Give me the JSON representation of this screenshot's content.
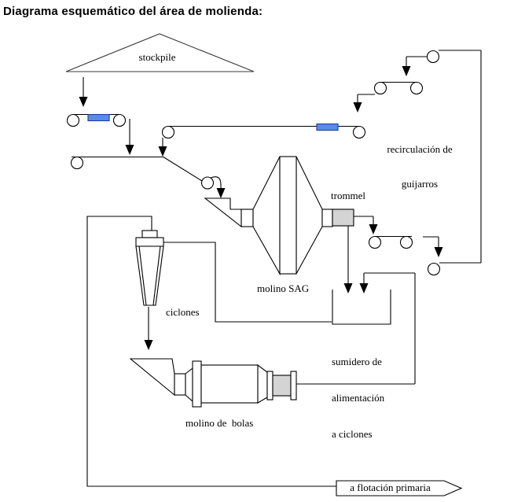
{
  "title": "Diagrama esquemático del área de molienda:",
  "labels": {
    "stockpile": "stockpile",
    "pebble_recirculation_line1": "recirculación de",
    "pebble_recirculation_line2": "guijarros",
    "trommel": "trommel",
    "sag_mill": "molino SAG",
    "cyclones": "ciclones",
    "sump_line1": "sumidero de",
    "sump_line2": "alimentación",
    "sump_line3": "a ciclones",
    "ball_mill": "molino de  bolas",
    "flotation": "a flotación primaria"
  },
  "colors": {
    "belt_drive_blue": "#5b8be8",
    "belt_drive_border": "#1c3c9e",
    "equipment_gray": "#d4d4d4",
    "line_black": "#000000",
    "background": "#ffffff"
  }
}
